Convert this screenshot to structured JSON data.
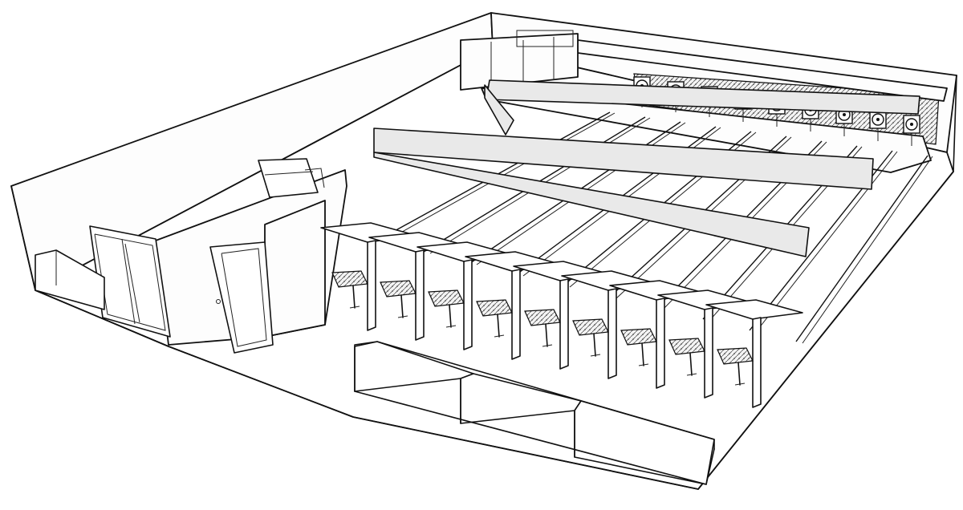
{
  "drawing": {
    "style": "line-art",
    "colors": {
      "line": "#111111",
      "baffle_fill": "#e9e9e9",
      "background": "#ffffff"
    },
    "lane_count": 9,
    "booth_count": 9,
    "target_count": 9,
    "baffle_count": 3,
    "bench_sections": 3
  }
}
